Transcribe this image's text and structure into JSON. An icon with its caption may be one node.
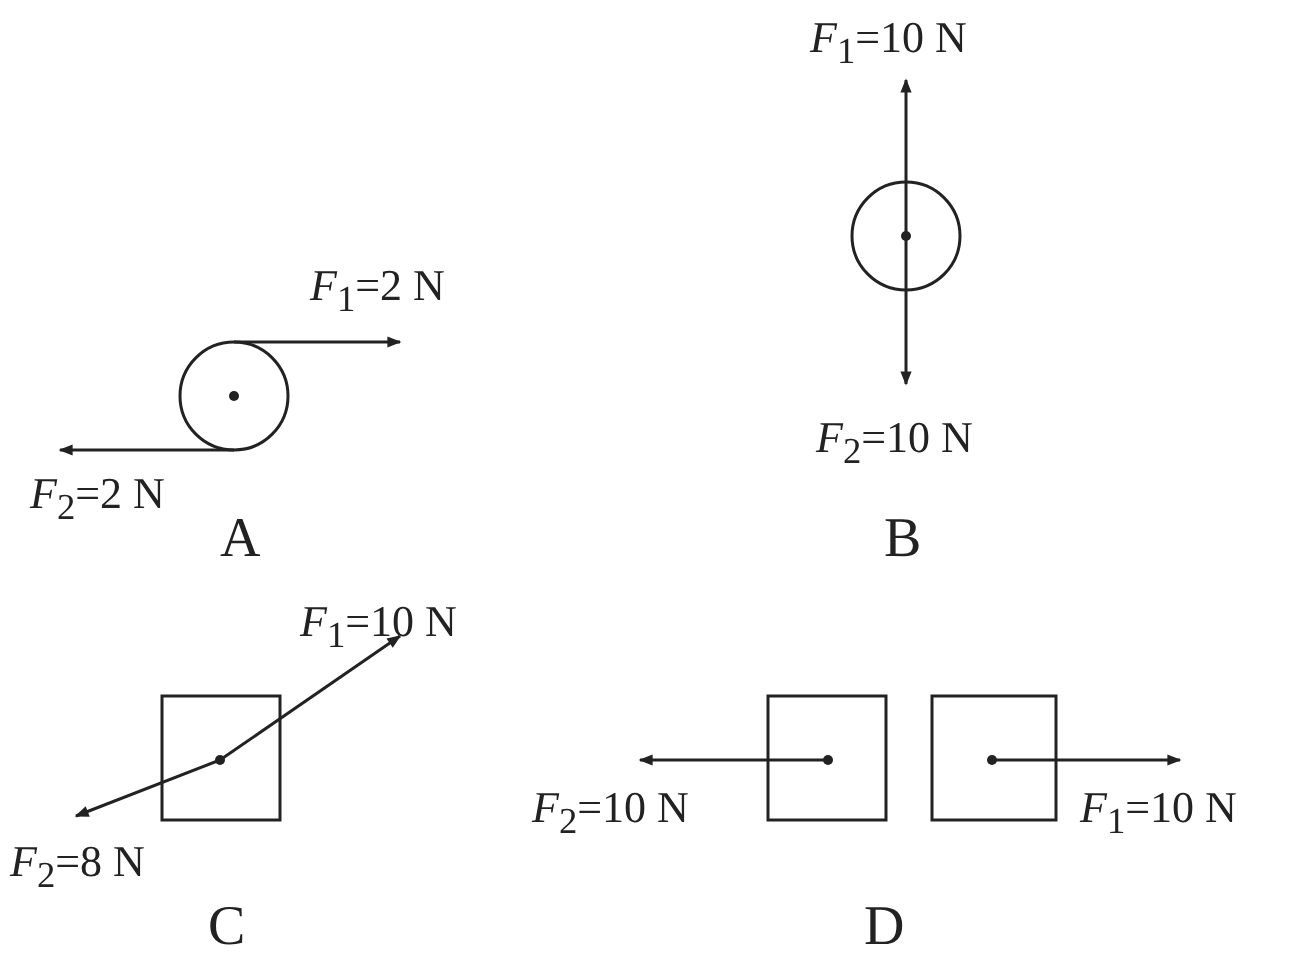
{
  "diagram": {
    "labels": [
      "*F*$_{1}$=2 N",
      "*F*$_{2}$=2 N",
      "A",
      "*F*$_{1}$=10 N",
      "*F*$_{2}$=10 N",
      "B",
      "*F*$_{1}$=10 N",
      "*F*$_{2}$=8 N",
      "C",
      "*F*$_{2}$=10 N",
      "*F*$_{1}$=10 N",
      "D"
    ]
  }
}
